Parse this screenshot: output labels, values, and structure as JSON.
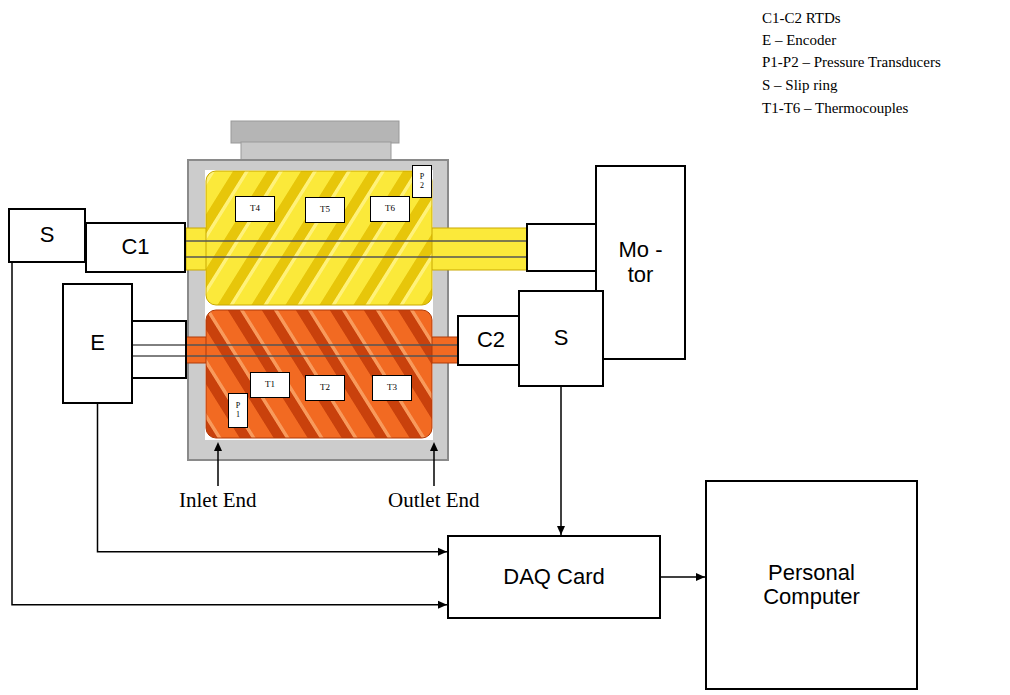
{
  "diagram": {
    "nodes": [
      {
        "text": [
          "T4"
        ]
      },
      {
        "text": [
          "T5"
        ]
      },
      {
        "text": [
          "T6"
        ]
      },
      {
        "text": [
          "P2"
        ]
      },
      {
        "text": [
          "S"
        ]
      },
      {
        "text": [
          "C1"
        ]
      },
      {
        "text": [
          "Mo -tor"
        ]
      },
      {
        "text": [
          "E"
        ]
      },
      {
        "text": [
          "C2"
        ]
      },
      {
        "text": [
          "S"
        ]
      },
      {
        "text": [
          "T1"
        ]
      },
      {
        "text": [
          "T2"
        ]
      },
      {
        "text": [
          "T3"
        ]
      },
      {
        "text": [
          "P1"
        ]
      },
      {
        "text": [
          "DAQ Card"
        ]
      },
      {
        "text": [
          "Personal Computer"
        ]
      }
    ],
    "edges": [
      {
        "from": 4,
        "to": 14,
        "arrow": "to"
      },
      {
        "from": 7,
        "to": 14,
        "arrow": "to"
      },
      {
        "from": 9,
        "to": 14,
        "arrow": "to"
      },
      {
        "from": 14,
        "to": 15,
        "arrow": "to"
      }
    ],
    "labels": [
      "C1-C2 RTDs",
      "E – Encoder",
      "P1-P2 – Pressure Transducers",
      "S – Slip ring",
      "T1-T6 – Thermocouples",
      "Inlet End",
      "Outlet End"
    ]
  }
}
